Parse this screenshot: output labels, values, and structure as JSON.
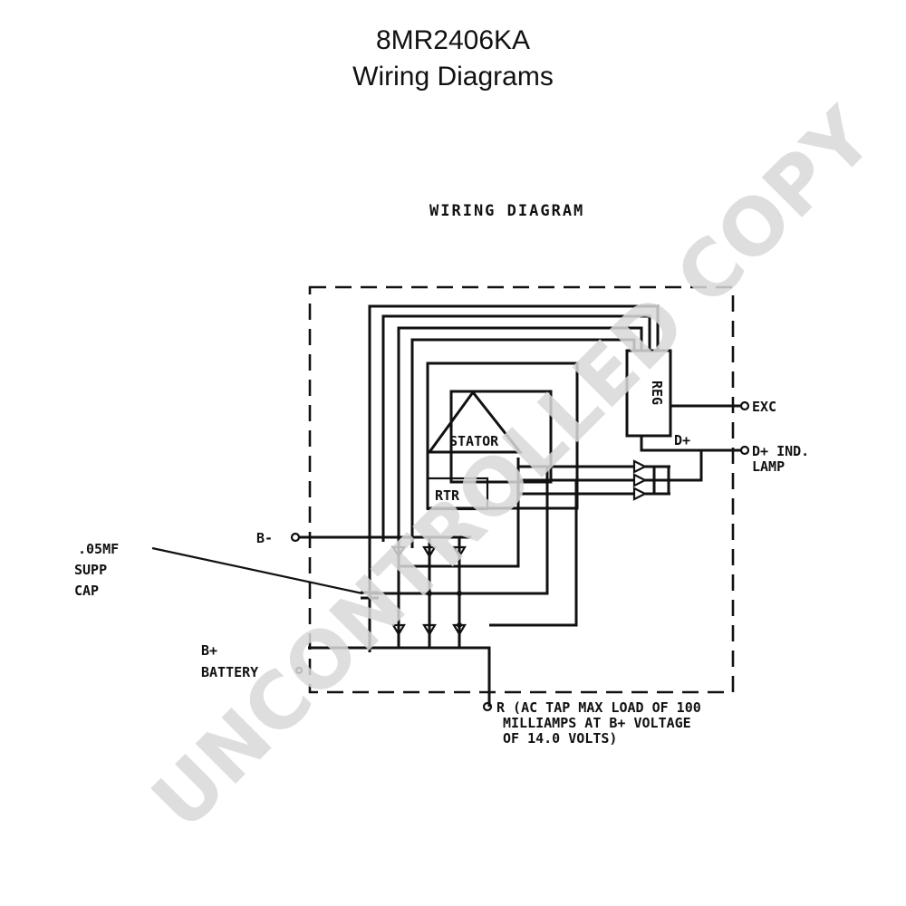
{
  "header": {
    "part_number": "8MR2406KA",
    "subtitle": "Wiring Diagrams"
  },
  "diagram": {
    "heading": "WIRING DIAGRAM",
    "labels": {
      "exc": "EXC",
      "d_plus_ind": "D+ IND.",
      "lamp": "LAMP",
      "d_plus_inner": "D+",
      "reg": "REG",
      "stator": "STATOR",
      "rotor": "RTR",
      "b_minus": "B-",
      "cap_1": ".05MF",
      "cap_2": "SUPP",
      "cap_3": "CAP",
      "b_plus": "B+",
      "battery": "BATTERY",
      "ac_tap_1": "R (AC TAP MAX LOAD OF 100",
      "ac_tap_2": "MILLIAMPS AT B+ VOLTAGE",
      "ac_tap_3": "OF 14.0 VOLTS)"
    }
  },
  "watermark": "UNCONTROLLED COPY"
}
